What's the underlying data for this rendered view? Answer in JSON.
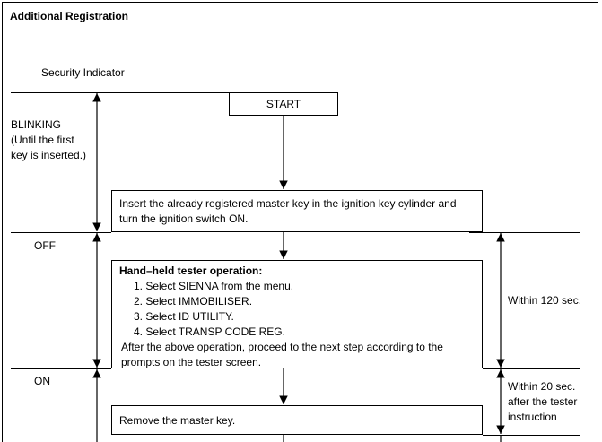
{
  "title": "Additional Registration",
  "indicator_header": "Security Indicator",
  "start_label": "START",
  "states": {
    "blinking": [
      "BLINKING",
      "(Until the first",
      "key is inserted.)"
    ],
    "off": "OFF",
    "on": "ON"
  },
  "steps": {
    "insert_key": [
      "Insert the already registered master key in the ignition key cylinder and",
      "turn the ignition switch ON."
    ],
    "tester": {
      "heading": "Hand–held tester operation:",
      "items": [
        "1. Select SIENNA from the menu.",
        "2. Select IMMOBILISER.",
        "3. Select ID UTILITY.",
        "4. Select TRANSP CODE REG."
      ],
      "after": [
        "After the above operation, proceed to the next step according to the",
        "prompts on the tester screen."
      ]
    },
    "remove_key": "Remove the master key."
  },
  "timings": {
    "within_120": "Within 120 sec.",
    "within_20": [
      "Within 20 sec.",
      "after the tester",
      "instruction"
    ]
  }
}
